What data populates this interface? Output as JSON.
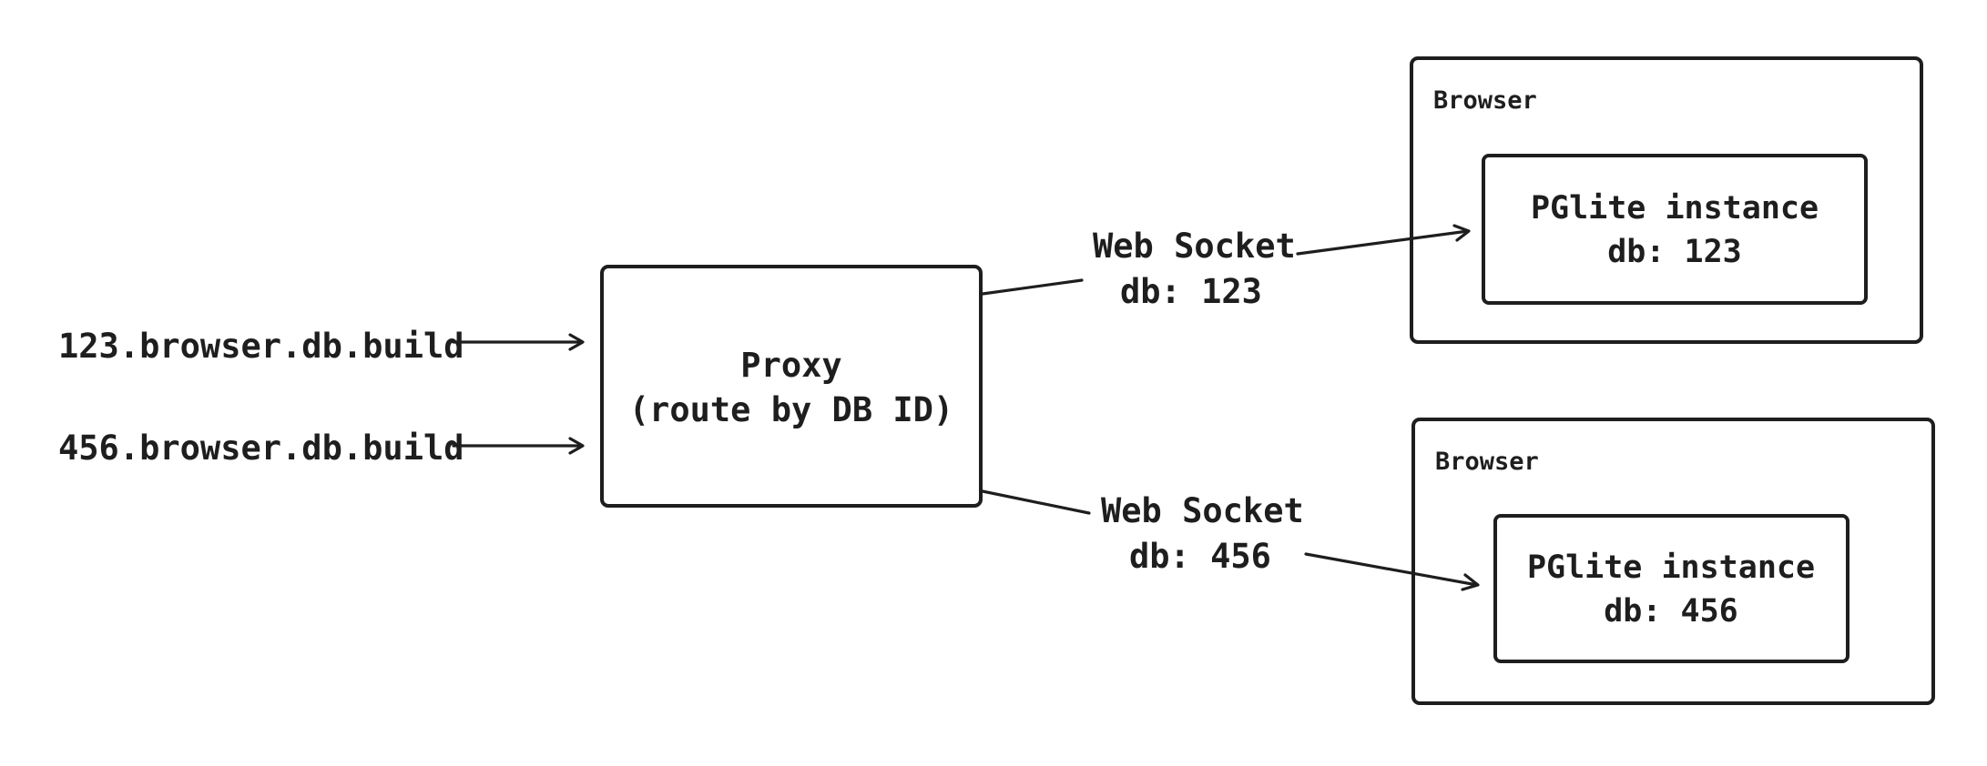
{
  "inputs": [
    {
      "host": "123.browser.db.build"
    },
    {
      "host": "456.browser.db.build"
    }
  ],
  "proxy": {
    "title": "Proxy",
    "subtitle": "(route by DB ID)"
  },
  "connections": [
    {
      "label": "Web Socket",
      "db": "db: 123"
    },
    {
      "label": "Web Socket",
      "db": "db: 456"
    }
  ],
  "browsers": [
    {
      "label": "Browser",
      "instance": "PGlite instance",
      "db": "db: 123"
    },
    {
      "label": "Browser",
      "instance": "PGlite instance",
      "db": "db: 456"
    }
  ],
  "colors": {
    "stroke": "#1e1e1e",
    "background": "#ffffff"
  }
}
